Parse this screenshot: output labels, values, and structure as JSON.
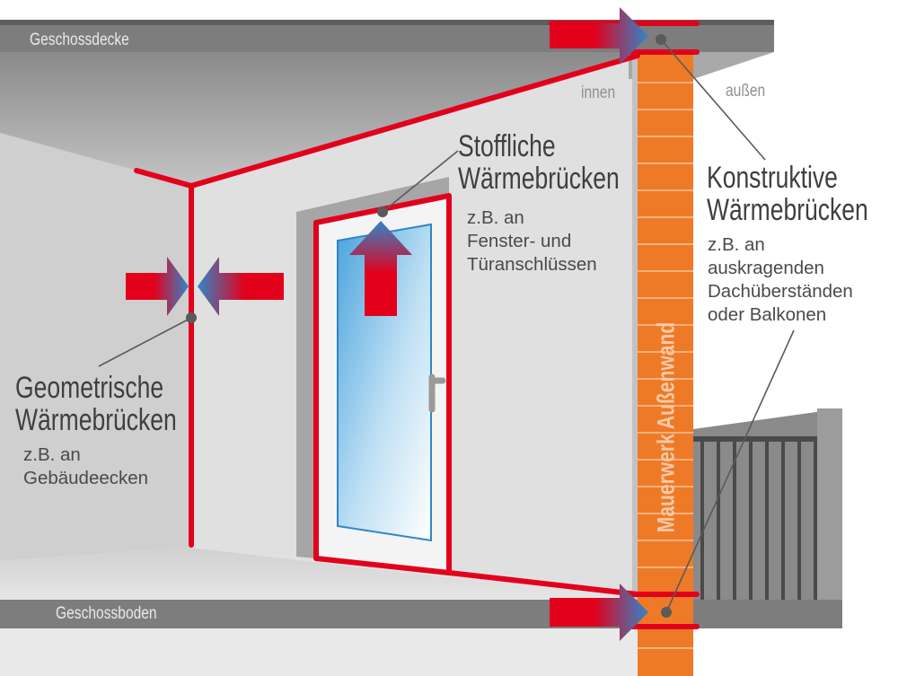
{
  "slabs": {
    "top_label": "Geschossdecke",
    "bottom_label": "Geschossboden"
  },
  "sides": {
    "inside": "innen",
    "outside": "außen"
  },
  "wall_label": "Mauerwerk Außenwand",
  "callouts": {
    "material": {
      "title_line1": "Stoffliche",
      "title_line2": "Wärmebrücken",
      "text_line1": "z.B. an",
      "text_line2": "Fenster- und",
      "text_line3": "Türanschlüssen"
    },
    "geometric": {
      "title_line1": "Geometrische",
      "title_line2": "Wärmebrücken",
      "text_line1": "z.B. an",
      "text_line2": "Gebäudeecken"
    },
    "constructive": {
      "title_line1": "Konstruktive",
      "title_line2": "Wärmebrücken",
      "text_line1": "z.B. an",
      "text_line2": "auskragenden",
      "text_line3": "Dachüberständen",
      "text_line4": "oder Balkonen"
    }
  },
  "colors": {
    "bridge_red": "#e3001b",
    "cold_blue": "#2f86c9",
    "brick_orange": "#ee7a27",
    "slab_grey": "#7d7d7d",
    "wall_grey": "#d9d9d9"
  }
}
